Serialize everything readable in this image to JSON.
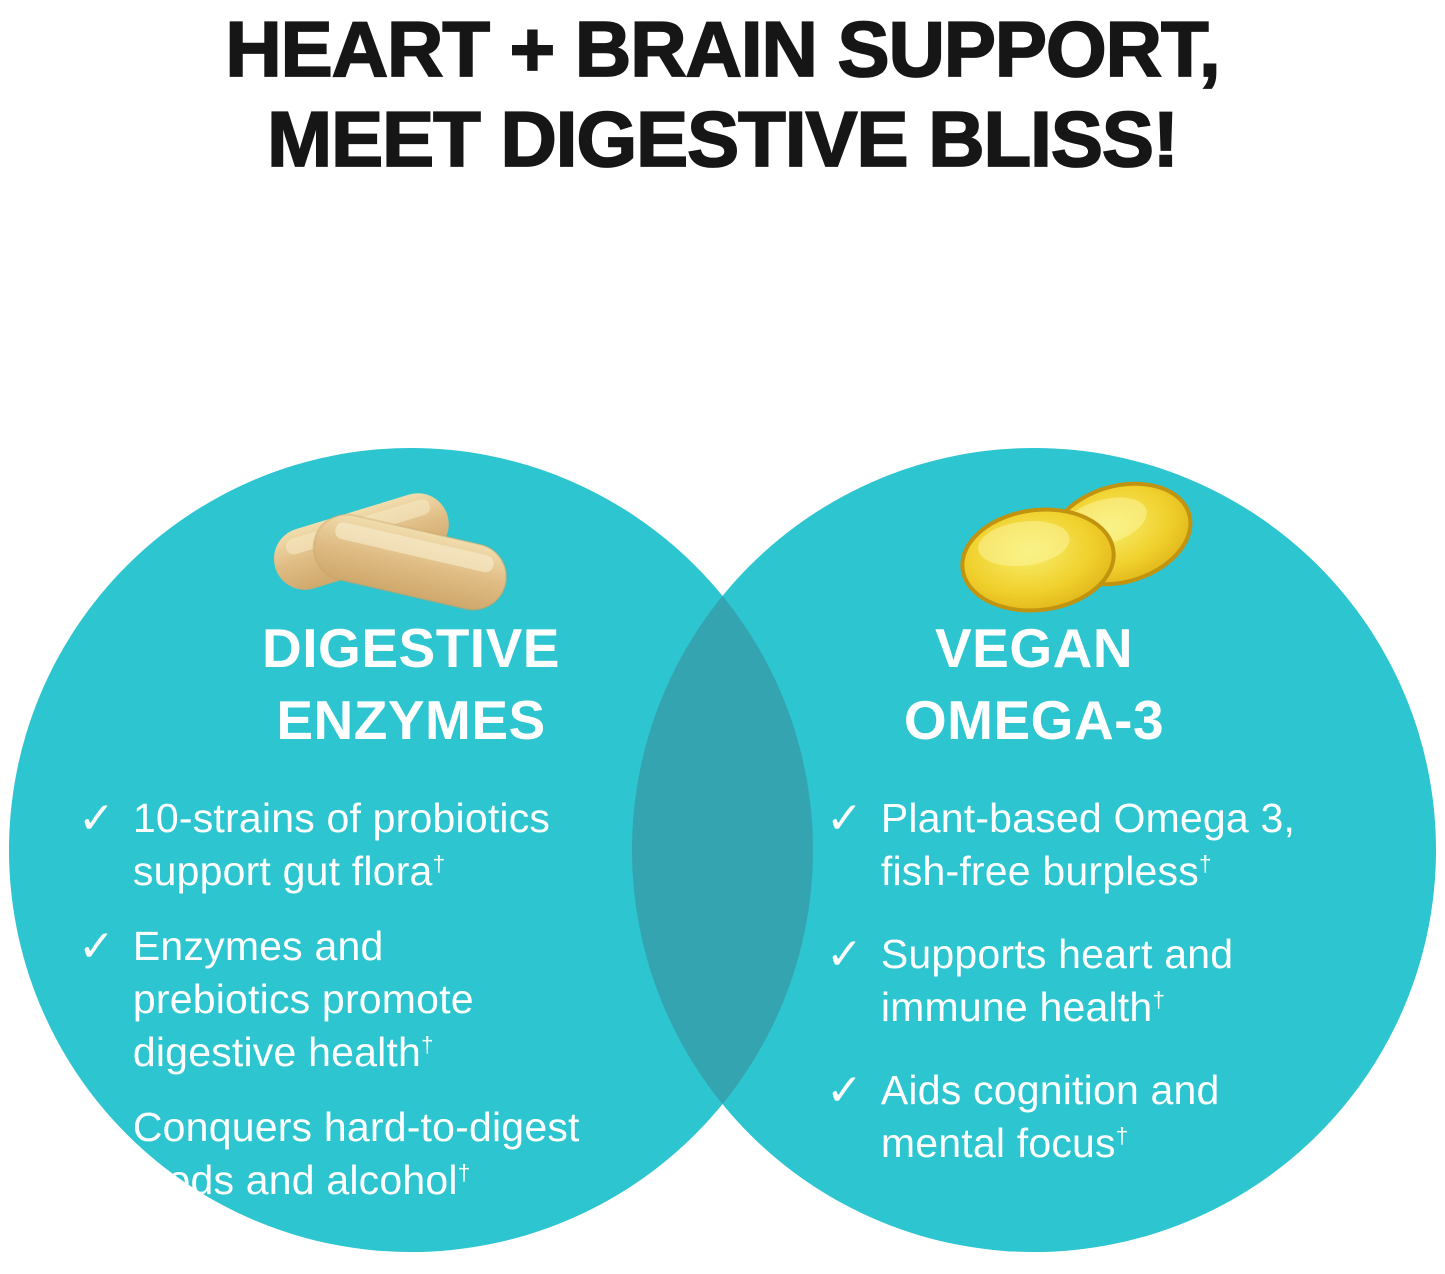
{
  "header": {
    "line1": "HEART + BRAIN SUPPORT,",
    "line2": "MEET DIGESTIVE BLISS!"
  },
  "checkmark": "✓",
  "colors": {
    "circle_teal": "#2cc5d0",
    "overlap_teal": "#35a4b1",
    "headline_text": "#161616",
    "bubble_text": "#ffffff",
    "capsule_tan": "#e0bd85",
    "capsule_highlight": "#f4e4b9",
    "softgel_gold": "#eec91f",
    "softgel_rim": "#c2930f"
  },
  "venn": {
    "left": {
      "icon": "capsules-icon",
      "title_line1": "DIGESTIVE",
      "title_line2": "ENZYMES",
      "bullets": [
        {
          "lines": [
            {
              "text": "10-strains of probiotics",
              "sup": ""
            },
            {
              "text": "support gut flora",
              "sup": "†"
            }
          ]
        },
        {
          "lines": [
            {
              "text": "Enzymes and",
              "sup": ""
            },
            {
              "text": "prebiotics promote",
              "sup": ""
            },
            {
              "text": "digestive health",
              "sup": "†"
            }
          ]
        },
        {
          "lines": [
            {
              "text": "Conquers hard-to-digest",
              "sup": ""
            },
            {
              "text": "foods and alcohol",
              "sup": "†"
            }
          ]
        }
      ]
    },
    "right": {
      "icon": "softgels-icon",
      "title_line1": "VEGAN",
      "title_line2": "OMEGA-3",
      "bullets": [
        {
          "lines": [
            {
              "text": "Plant-based Omega 3,",
              "sup": ""
            },
            {
              "text": "fish-free burpless",
              "sup": "†"
            }
          ]
        },
        {
          "lines": [
            {
              "text": "Supports heart and",
              "sup": ""
            },
            {
              "text": "immune health",
              "sup": "†"
            }
          ]
        },
        {
          "lines": [
            {
              "text": "Aids cognition and",
              "sup": ""
            },
            {
              "text": "mental focus",
              "sup": "†"
            }
          ]
        }
      ]
    }
  }
}
